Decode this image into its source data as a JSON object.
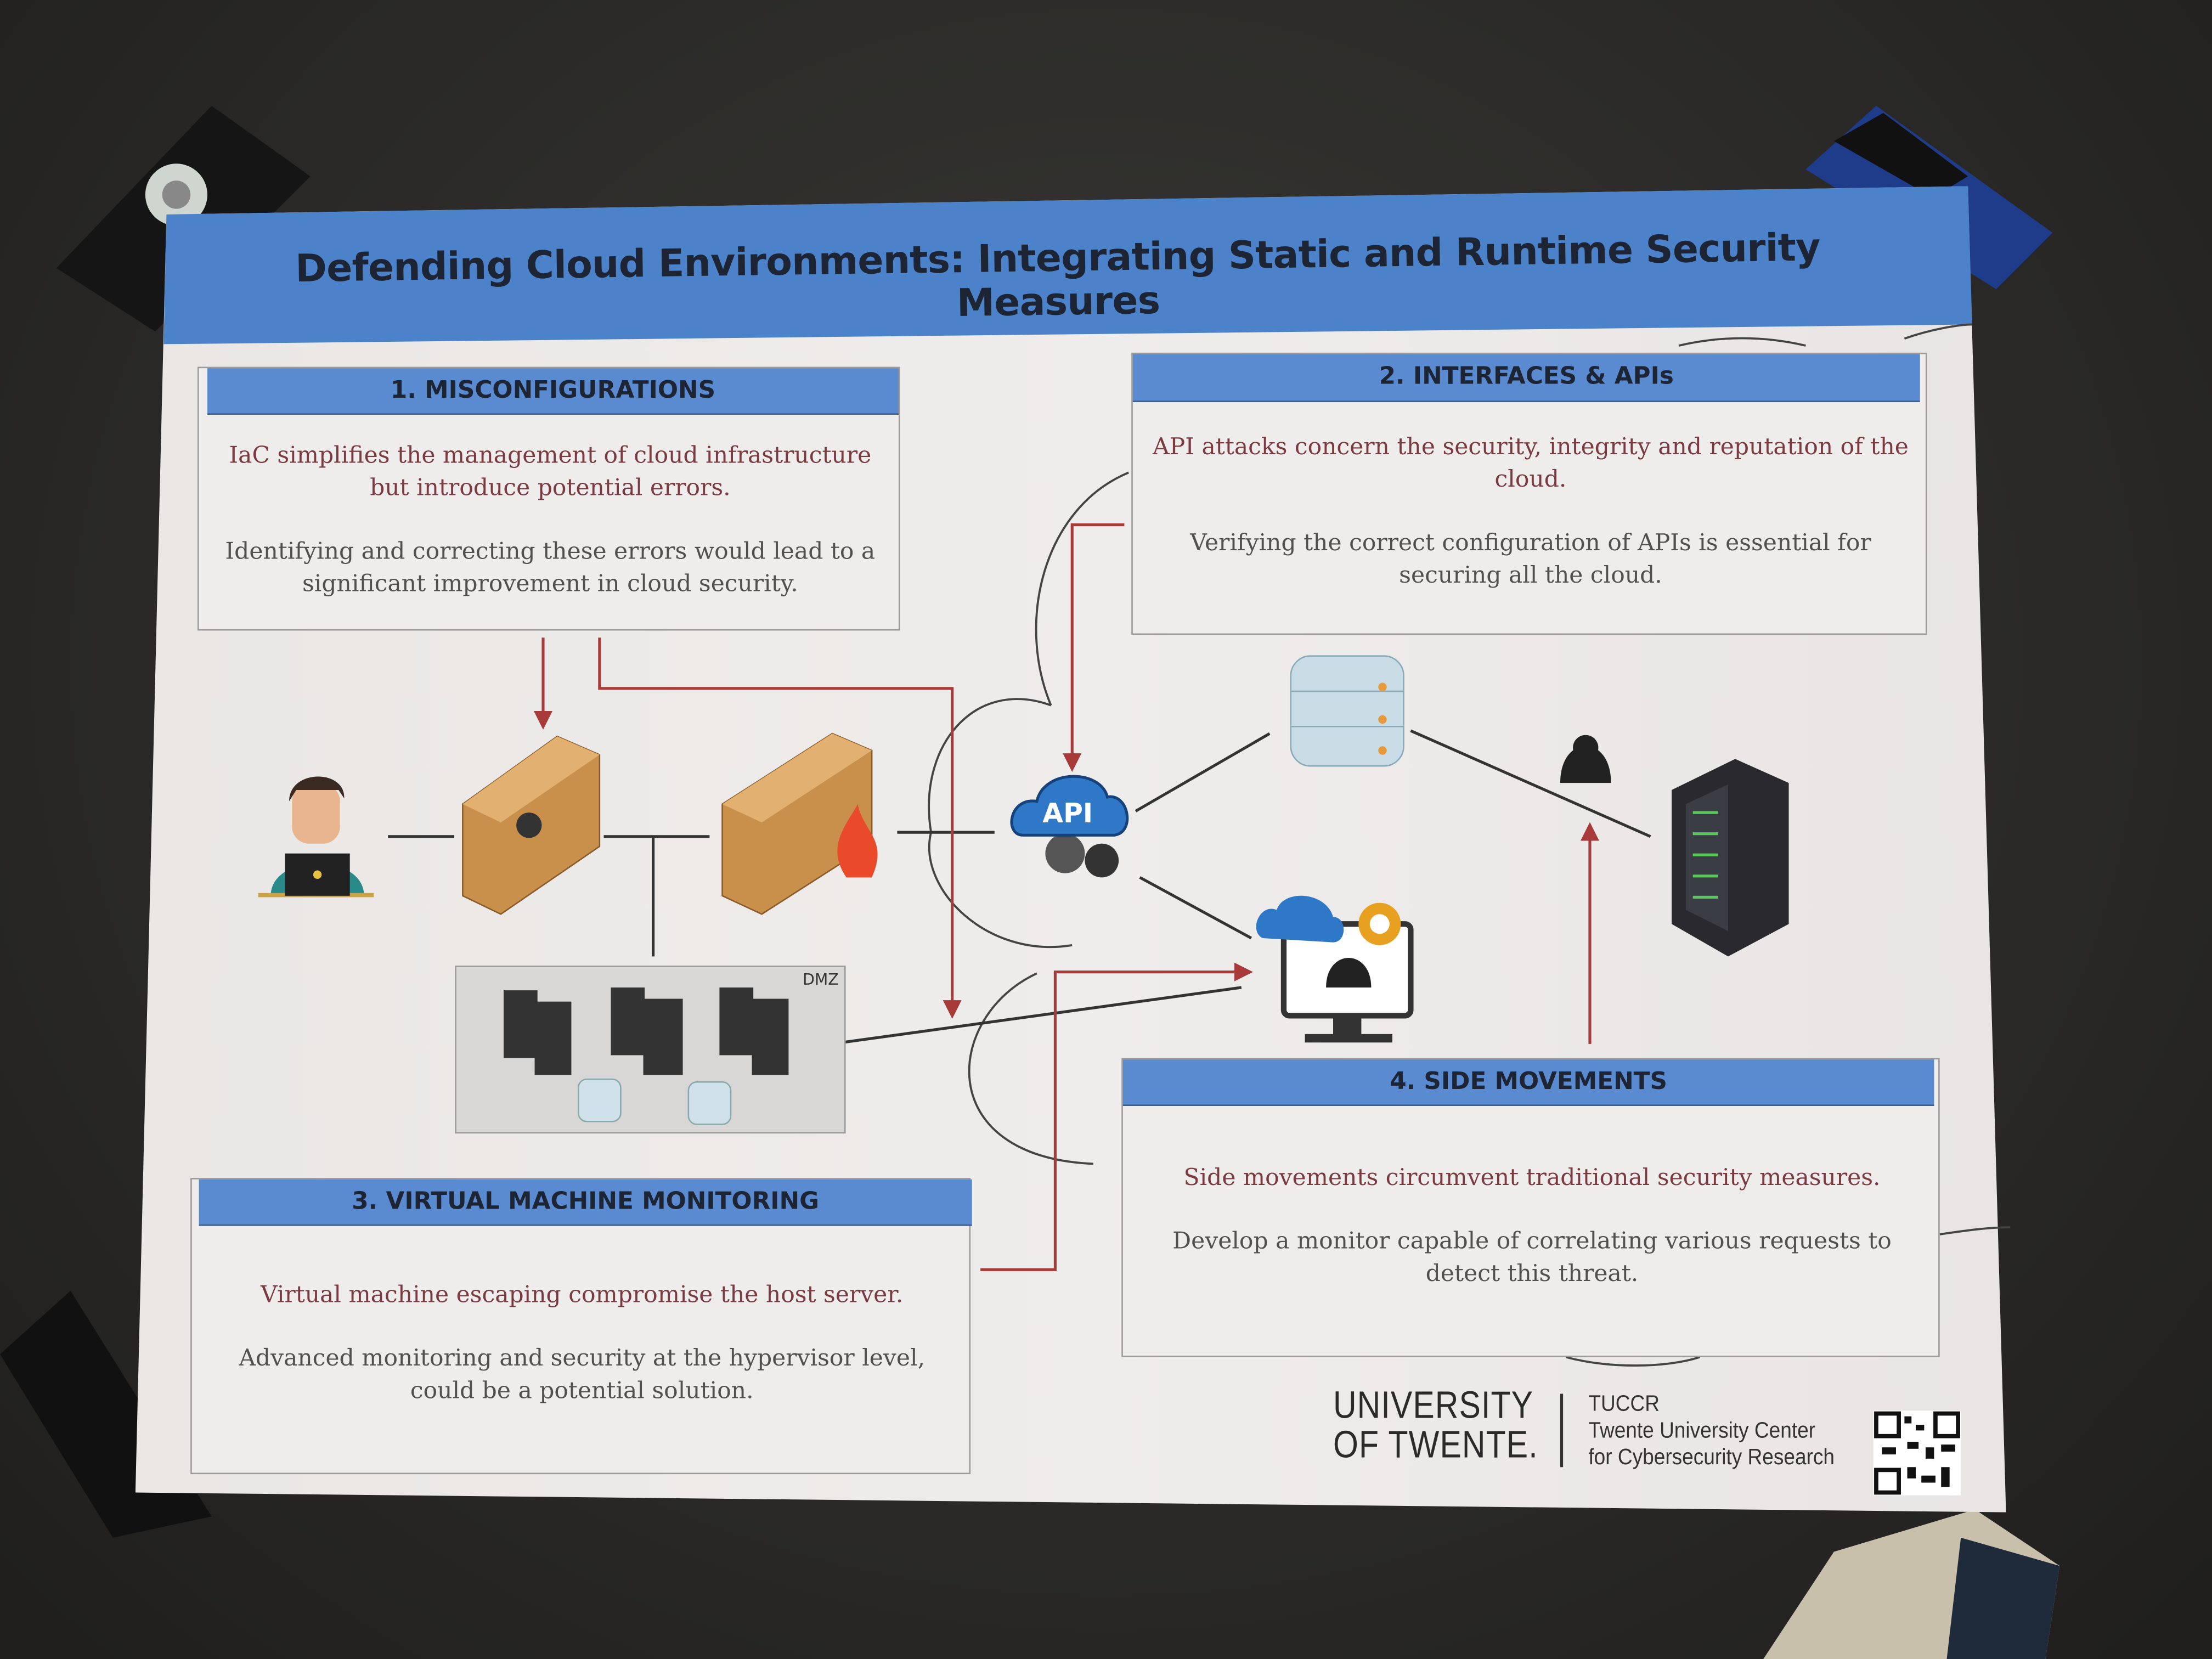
{
  "title": "Defending Cloud Environments: Integrating Static and Runtime Security Measures",
  "sections": [
    {
      "heading": "1. MISCONFIGURATIONS",
      "p1": "IaC simplifies the management of cloud infrastructure but introduce potential errors.",
      "p2": "Identifying and correcting these errors would lead to a significant improvement in cloud security."
    },
    {
      "heading": "2. INTERFACES & APIs",
      "p1": "API attacks concern the security, integrity  and reputation of the cloud.",
      "p2": "Verifying the correct configuration of APIs is essential for securing all the cloud."
    },
    {
      "heading": "3. VIRTUAL MACHINE MONITORING",
      "p1": "Virtual machine escaping compromise the host server.",
      "p2": "Advanced monitoring and security at the hypervisor level, could be a potential solution."
    },
    {
      "heading": "4. SIDE MOVEMENTS",
      "p1": "Side movements circumvent traditional security measures.",
      "p2": "Develop a monitor capable of correlating various requests to detect this threat."
    }
  ],
  "diagram": {
    "dmz_label": "DMZ",
    "api_label": "API"
  },
  "footer": {
    "university_line1": "UNIVERSITY",
    "university_line2": "OF TWENTE.",
    "center_short": "TUCCR",
    "center_line1": "Twente University Center",
    "center_line2": "for Cybersecurity Research"
  },
  "colors": {
    "header_blue": "#5a8ad0",
    "title_blue": "#4c82c9",
    "arrow_red": "#a83a3a",
    "text_red": "#7a3a40"
  }
}
